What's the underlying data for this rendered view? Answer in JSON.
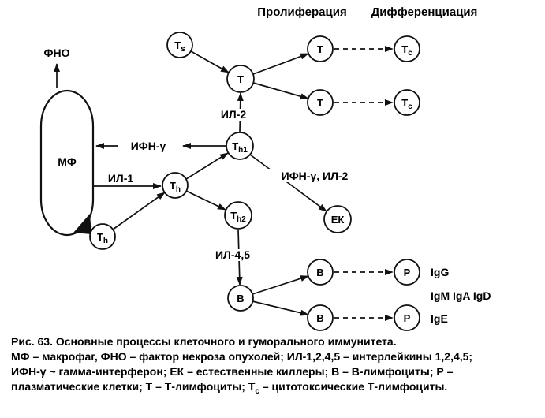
{
  "figure": {
    "headers": {
      "proliferation": "Пролиферация",
      "differentiation": "Дифференциация"
    },
    "nodes": {
      "mf": "МФ",
      "ts_main": "T",
      "ts_sub": "s",
      "t_central": "Т",
      "t_prolif_top": "Т",
      "t_prolif_bottom": "Т",
      "tc_top_main": "T",
      "tc_top_sub": "c",
      "tc_bottom_main": "T",
      "tc_bottom_sub": "c",
      "th1_main": "T",
      "th1_sub": "h1",
      "th_main": "T",
      "th_sub": "h",
      "th2_main": "T",
      "th2_sub": "h2",
      "th_lower_main": "T",
      "th_lower_sub": "h",
      "ek": "ЕК",
      "b_central": "В",
      "b_top": "В",
      "b_bottom": "В",
      "p_top": "Р",
      "p_bottom": "Р"
    },
    "edge_labels": {
      "tnf": "ФНО",
      "il2": "ИЛ-2",
      "ifn_gamma": "ИФН-γ",
      "il1": "ИЛ-1",
      "ifn_il2": "ИФН-γ, ИЛ-2",
      "il45": "ИЛ-4,5"
    },
    "immunoglobulins": {
      "igg": "IgG",
      "igm_iga_igd": "IgM IgA IgD",
      "ige": "IgE"
    }
  },
  "caption": {
    "fig_label": "Рис. 63.",
    "line1": "Основные процессы клеточного и гуморального иммунитета.",
    "line2": "МФ – макрофаг, ФНО – фактор некроза опухолей; ИЛ-1,2,4,5 – интерлейкины 1,2,4,5;",
    "line3": "ИФН-γ ~ гамма-интерферон; ЕК – естественные киллеры; В – В-лимфоциты; Р –",
    "line4_a": "плазматические клетки; Т – Т-лимфоциты; Т",
    "line4_sub": "с",
    "line4_b": " – цитотоксические Т-лимфоциты."
  }
}
